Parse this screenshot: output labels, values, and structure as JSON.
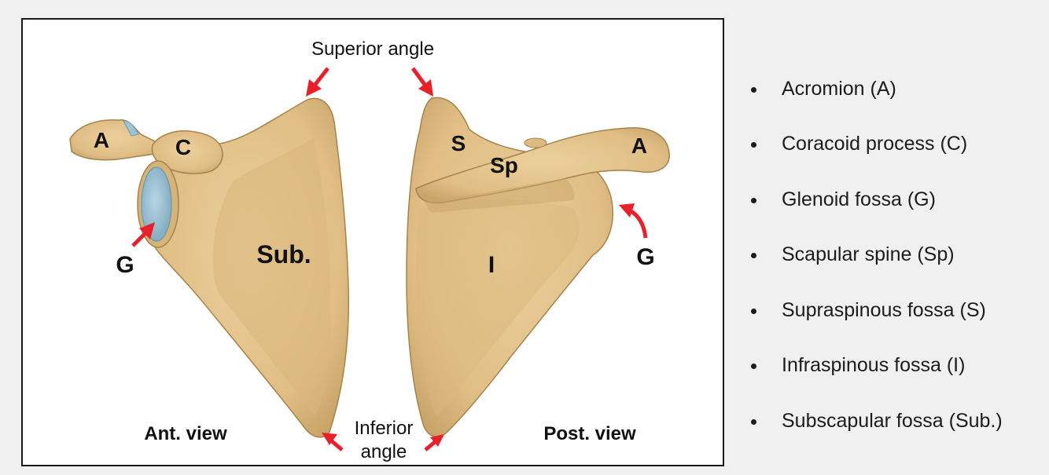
{
  "figure": {
    "superior_angle_label": "Superior angle",
    "inferior_angle_line1": "Inferior",
    "inferior_angle_line2": "angle",
    "anterior_view": {
      "view_label": "Ant. view",
      "acromion": "A",
      "coracoid": "C",
      "glenoid": "G",
      "subscapular": "Sub."
    },
    "posterior_view": {
      "view_label": "Post. view",
      "acromion": "A",
      "supraspinous": "S",
      "spine": "Sp",
      "infraspinous": "I",
      "glenoid": "G"
    },
    "colors": {
      "bone": "#e3c28a",
      "bone_shadow": "#c9a56a",
      "bone_outline": "#a5834c",
      "glenoid_cartilage": "#9cc3d6",
      "arrow": "#e8202a"
    }
  },
  "legend": {
    "items": [
      "Acromion (A)",
      "Coracoid process (C)",
      "Glenoid fossa (G)",
      "Scapular spine (Sp)",
      "Supraspinous fossa (S)",
      "Infraspinous fossa (I)",
      "Subscapular fossa (Sub.)"
    ]
  }
}
